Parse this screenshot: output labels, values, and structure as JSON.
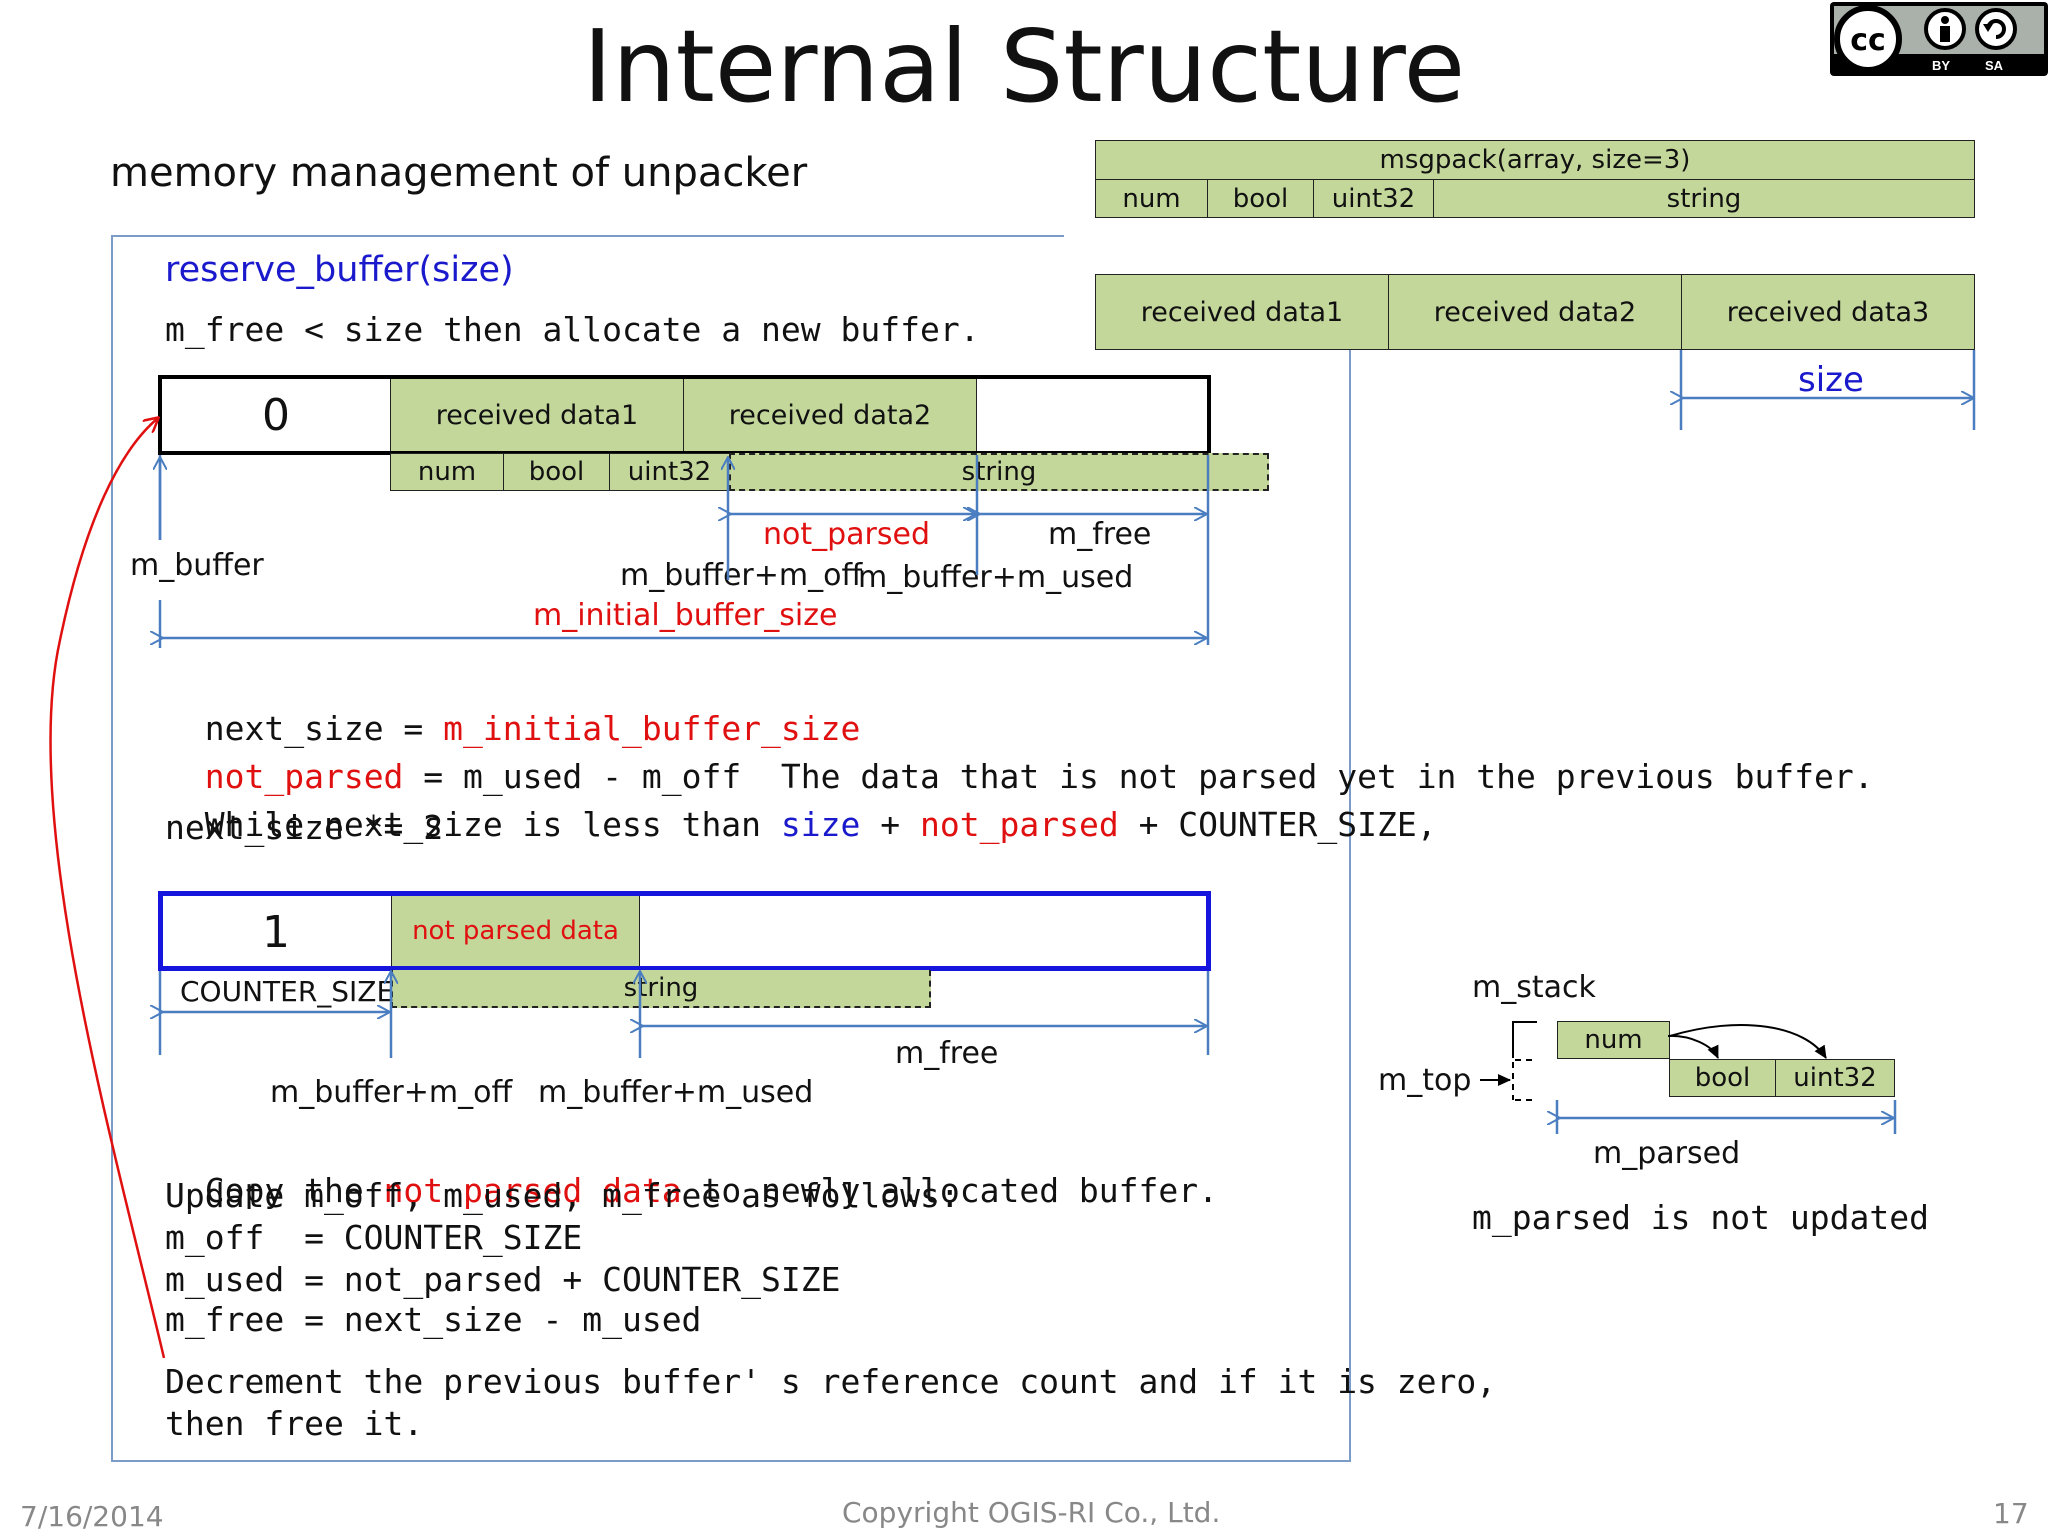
{
  "title": "Internal Structure",
  "subtitle": "memory management of unpacker",
  "license": {
    "icons": [
      "cc-icon",
      "by-icon",
      "sa-icon"
    ],
    "by": "BY",
    "sa": "SA"
  },
  "msgpack": {
    "header": "msgpack(array, size=3)",
    "fields": [
      "num",
      "bool",
      "uint32",
      "string"
    ]
  },
  "received": [
    "received data1",
    "received data2",
    "received data3"
  ],
  "size_label": "size",
  "main": {
    "heading": "reserve_buffer(size)",
    "condition": "m_free < size then allocate a new buffer.",
    "buffer0": {
      "counter": "0",
      "cells": [
        "received data1",
        "received data2"
      ],
      "fields": [
        "num",
        "bool",
        "uint32",
        "string"
      ],
      "not_parsed": "not_parsed",
      "m_free": "m_free",
      "m_buffer": "m_buffer",
      "off": "m_buffer+m_off",
      "used": "m_buffer+m_used",
      "initial": "m_initial_buffer_size"
    },
    "formulas": {
      "l1a": "next_size = ",
      "l1b": "m_initial_buffer_size",
      "l2a": "not_parsed",
      "l2b": " = m_used - m_off  The data that is not parsed yet in the previous buffer.",
      "l3a": "While next_size is less than ",
      "l3b": "size",
      "l3c": " + ",
      "l3d": "not_parsed",
      "l3e": " + COUNTER_SIZE,",
      "l4": "next_size *= 2"
    },
    "buffer1": {
      "counter": "1",
      "cell": "not parsed data",
      "counter_size": "COUNTER_SIZE",
      "string": "string",
      "m_free": "m_free",
      "off": "m_buffer+m_off",
      "used": "m_buffer+m_used"
    },
    "copy": {
      "l1a": "Copy the ",
      "l1b": "not parsed data",
      "l1c": " to newly allocated buffer.",
      "l2": "Update m_off, m_used, m_free as follows:",
      "l3": "m_off  = COUNTER_SIZE",
      "l4": "m_used = not_parsed + COUNTER_SIZE",
      "l5": "m_free = next_size - m_used",
      "l6": "Decrement the previous buffer' s reference count and if it is zero,",
      "l7": "then free it."
    }
  },
  "stack": {
    "label": "m_stack",
    "top": "m_top",
    "num": "num",
    "bool": "bool",
    "uint32": "uint32",
    "parsed": "m_parsed",
    "note": "m_parsed is not updated"
  },
  "footer": {
    "date": "7/16/2014",
    "copyright": "Copyright OGIS-RI Co., Ltd.",
    "page": "17"
  },
  "colors": {
    "cell": "#c4d79b",
    "red": "#e01010",
    "blue": "#1a1acc",
    "arrow": "#4a7ec0"
  }
}
